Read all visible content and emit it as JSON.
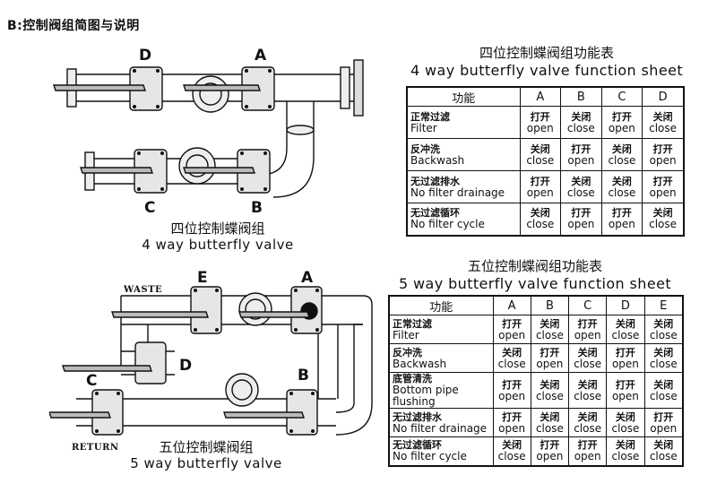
{
  "heading": "B:控制阀组简图与说明",
  "diagram4": {
    "labels": {
      "D": "D",
      "A": "A",
      "C": "C",
      "B": "B"
    },
    "caption_zh": "四位控制蝶阀组",
    "caption_en": "4 way butterfly valve"
  },
  "diagram5": {
    "labels": {
      "E": "E",
      "A": "A",
      "D": "D",
      "C": "C",
      "B": "B"
    },
    "waste": "WASTE",
    "return": "RETURN",
    "caption_zh": "五位控制蝶阀组",
    "caption_en": "5 way butterfly valve"
  },
  "table4": {
    "title_zh": "四位控制蝶阀组功能表",
    "title_en": "4 way butterfly valve function sheet",
    "func_header": "功能",
    "columns": [
      "A",
      "B",
      "C",
      "D"
    ],
    "rows": [
      {
        "zh": "正常过滤",
        "en": "Filter",
        "cells": [
          [
            "打开",
            "open"
          ],
          [
            "关闭",
            "close"
          ],
          [
            "打开",
            "open"
          ],
          [
            "关闭",
            "close"
          ]
        ]
      },
      {
        "zh": "反冲洗",
        "en": "Backwash",
        "cells": [
          [
            "关闭",
            "close"
          ],
          [
            "打开",
            "open"
          ],
          [
            "关闭",
            "close"
          ],
          [
            "打开",
            "open"
          ]
        ]
      },
      {
        "zh": "无过滤排水",
        "en": "No filter drainage",
        "cells": [
          [
            "打开",
            "open"
          ],
          [
            "关闭",
            "close"
          ],
          [
            "关闭",
            "close"
          ],
          [
            "打开",
            "open"
          ]
        ]
      },
      {
        "zh": "无过滤循环",
        "en": "No filter cycle",
        "cells": [
          [
            "关闭",
            "close"
          ],
          [
            "打开",
            "open"
          ],
          [
            "打开",
            "open"
          ],
          [
            "关闭",
            "close"
          ]
        ]
      }
    ]
  },
  "table5": {
    "title_zh": "五位控制蝶阀组功能表",
    "title_en": "5 way butterfly valve function sheet",
    "func_header": "功能",
    "columns": [
      "A",
      "B",
      "C",
      "D",
      "E"
    ],
    "rows": [
      {
        "zh": "正常过滤",
        "en": "Filter",
        "cells": [
          [
            "打开",
            "open"
          ],
          [
            "关闭",
            "close"
          ],
          [
            "打开",
            "open"
          ],
          [
            "关闭",
            "close"
          ],
          [
            "关闭",
            "close"
          ]
        ]
      },
      {
        "zh": "反冲洗",
        "en": "Backwash",
        "cells": [
          [
            "关闭",
            "close"
          ],
          [
            "打开",
            "open"
          ],
          [
            "关闭",
            "close"
          ],
          [
            "打开",
            "open"
          ],
          [
            "关闭",
            "close"
          ]
        ]
      },
      {
        "zh": "底管清洗",
        "en": "Bottom pipe flushing",
        "cells": [
          [
            "打开",
            "open"
          ],
          [
            "关闭",
            "close"
          ],
          [
            "关闭",
            "close"
          ],
          [
            "打开",
            "open"
          ],
          [
            "关闭",
            "close"
          ]
        ]
      },
      {
        "zh": "无过滤排水",
        "en": "No filter drainage",
        "cells": [
          [
            "打开",
            "open"
          ],
          [
            "关闭",
            "close"
          ],
          [
            "关闭",
            "close"
          ],
          [
            "关闭",
            "close"
          ],
          [
            "打开",
            "open"
          ]
        ]
      },
      {
        "zh": "无过滤循环",
        "en": "No filter cycle",
        "cells": [
          [
            "关闭",
            "close"
          ],
          [
            "打开",
            "open"
          ],
          [
            "打开",
            "open"
          ],
          [
            "关闭",
            "close"
          ],
          [
            "关闭",
            "close"
          ]
        ]
      }
    ]
  }
}
